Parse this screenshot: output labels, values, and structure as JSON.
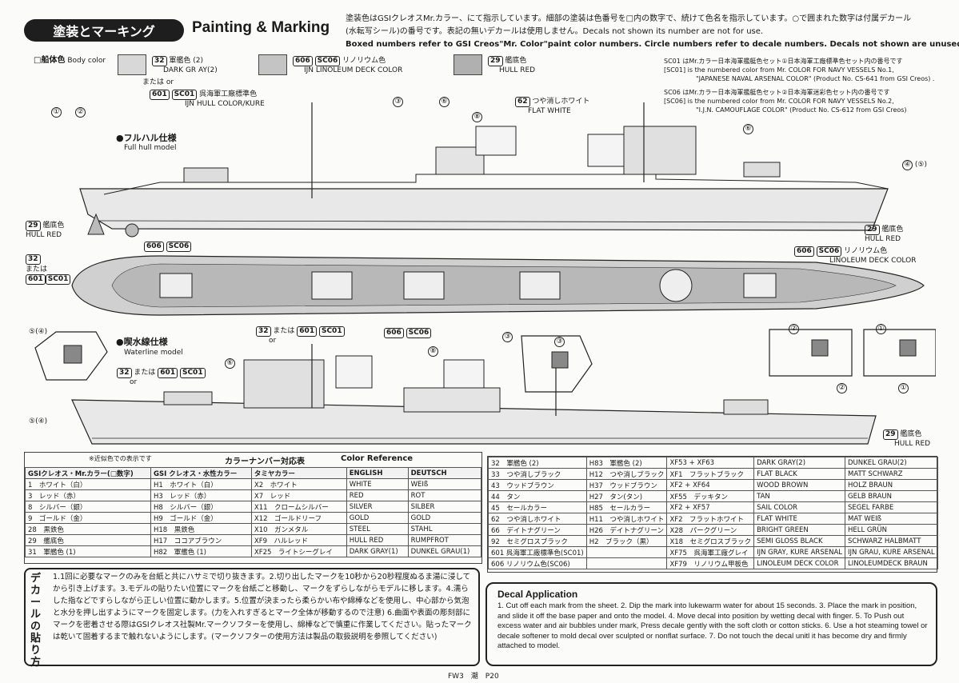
{
  "header": {
    "title_jp": "塗装とマーキング",
    "title_en": "Painting & Marking",
    "note_lines": [
      "塗装色はGSIクレオスMr.カラー、にて指示しています。細部の塗装は色番号を□内の数字で、続けて色名を指示しています。○で囲まれた数字は付属デカール",
      "(水転写シール)の番号です。表記の無いデカールは使用しません。Decals not shown its number are not for use.",
      "Boxed numbers refer to GSI Creos\"Mr. Color\"paint color numbers. Circle numbers refer to decale numbers. Decals not shown are unused."
    ]
  },
  "body_color": {
    "label_jp": "□船体色",
    "label_en": "Body color",
    "c32_num": "32",
    "c32_jp": "軍艦色 (2)",
    "c32_en": "DARK GR AY(2)",
    "or_label": "または or",
    "c601_num": "601",
    "sc01": "SC01",
    "c601_jp": "呉海軍工廠標準色",
    "c601_en": "IJN HULL COLOR/KURE",
    "c606_num": "606",
    "sc06": "SC06",
    "c606_jp": "リノリウム色",
    "c606_en": "IJN LINOLEUM DECK COLOR",
    "c29_num": "29",
    "c29_jp": "艦底色",
    "c29_en": "HULL RED",
    "sc01_note_jp": "SC01 はMr.カラー日本海軍艦艇色セット①日本海軍工廠標準色セット内の番号です",
    "sc01_note_en1": "[SC01] is the numbered color from Mr. COLOR FOR NAVY VESSELS No.1,",
    "sc01_note_en2": "\"JAPANESE NAVAL ARSENAL COLOR\" (Product No. CS-641 from GSI Creos) .",
    "sc06_note_jp": "SC06 はMr.カラー日本海軍艦艇色セット②日本海軍迷彩色セット内の番号です",
    "sc06_note_en1": "[SC06] is the numbered color from Mr. COLOR FOR NAVY VESSELS No.2,",
    "sc06_note_en2": "\"I.J.N. CAMOUFLAGE COLOR\" (Product No. CS-612 from GSI Creos)",
    "swatches": {
      "c32": "#d8d8d8",
      "c606": "#c4c4c4",
      "c29": "#b0b0b0"
    }
  },
  "fullhull": {
    "title_jp": "●フルハル仕様",
    "title_en": "Full hull model",
    "flat_white_num": "62",
    "flat_white_jp": "つや消しホワイト",
    "flat_white_en": "FLAT WHITE",
    "hull_red_num": "29",
    "hull_red_jp": "艦底色",
    "hull_red_en": "HULL RED",
    "callouts": [
      "①",
      "②",
      "③",
      "⑥",
      "⑧",
      "⑥",
      "④",
      "(⑤)"
    ]
  },
  "topview": {
    "c606": "606",
    "sc06": "SC06",
    "c32": "32",
    "or_jp": "または",
    "or_en": "or",
    "c601": "601",
    "sc01": "SC01",
    "linoleum_jp": "リノリウム色",
    "linoleum_en": "LINOLEUM DECK COLOR"
  },
  "waterline": {
    "title_jp": "●喫水線仕様",
    "title_en": "Waterline model",
    "c32": "32",
    "or_jp": "または",
    "or_en": "or",
    "c601": "601",
    "sc01": "SC01",
    "hull_red_num": "29",
    "hull_red_jp": "艦底色",
    "hull_red_en": "HULL RED",
    "callouts": [
      "⑤(④)",
      "⑥",
      "⑧",
      "③",
      "③",
      "②",
      "②",
      "①",
      "①",
      "⑤(④)"
    ]
  },
  "color_table": {
    "note": "※近似色での表示です",
    "title_jp": "カラーナンバー対応表",
    "title_en": "Color Reference",
    "headers": [
      "GSIクレオス・Mr.カラー(□数字)",
      "GSI クレオス・水性カラー",
      "タミヤカラー",
      "ENGLISH",
      "DEUTSCH"
    ],
    "left_rows": [
      [
        "1　ホワイト（白）",
        "H1　ホワイト（白）",
        "X2　ホワイト",
        "WHITE",
        "WEIß"
      ],
      [
        "3　レッド（赤）",
        "H3　レッド（赤）",
        "X7　レッド",
        "RED",
        "ROT"
      ],
      [
        "8　シルバー（銀）",
        "H8　シルバー（銀）",
        "X11　クロームシルバー",
        "SILVER",
        "SILBER"
      ],
      [
        "9　ゴールド（金）",
        "H9　ゴールド（金）",
        "X12　ゴールドリーフ",
        "GOLD",
        "GOLD"
      ],
      [
        "28　黒鉄色",
        "H18　黒鉄色",
        "X10　ガンメタル",
        "STEEL",
        "STAHL"
      ],
      [
        "29　艦底色",
        "H17　ココアブラウン",
        "XF9　ハルレッド",
        "HULL RED",
        "RUMPFROT"
      ],
      [
        "31　軍艦色 (1)",
        "H82　軍艦色 (1)",
        "XF25　ライトシーグレイ",
        "DARK GRAY(1)",
        "DUNKEL GRAU(1)"
      ]
    ],
    "right_rows": [
      [
        "32　軍艦色 (2)",
        "H83　軍艦色 (2)",
        "XF53 + XF63",
        "DARK GRAY(2)",
        "DUNKEL GRAU(2)"
      ],
      [
        "33　つや消しブラック",
        "H12　つや消しブラック",
        "XF1　フラットブラック",
        "FLAT BLACK",
        "MATT SCHWARZ"
      ],
      [
        "43　ウッドブラウン",
        "H37　ウッドブラウン",
        "XF2 + XF64",
        "WOOD BROWN",
        "HOLZ BRAUN"
      ],
      [
        "44　タン",
        "H27　タン(タン)",
        "XF55　デッキタン",
        "TAN",
        "GELB BRAUN"
      ],
      [
        "45　セールカラー",
        "H85　セールカラー",
        "XF2 + XF57",
        "SAIL COLOR",
        "SEGEL FARBE"
      ],
      [
        "62　つや消しホワイト",
        "H11　つや消しホワイト",
        "XF2　フラットホワイト",
        "FLAT WHITE",
        "MAT WEIß"
      ],
      [
        "66　デイトナグリーン",
        "H26　デイトナグリーン",
        "X28　パークグリーン",
        "BRIGHT GREEN",
        "HELL GRÜN"
      ],
      [
        "92　セミグロスブラック",
        "H2　ブラック（黒）",
        "X18　セミグロスブラック",
        "SEMI GLOSS BLACK",
        "SCHWARZ HALBMATT"
      ],
      [
        "601 呉海軍工廠標準色(SC01)",
        "",
        "XF75　呉海軍工廠グレイ",
        "IJN GRAY, KURE ARSENAL",
        "IJN GRAU, KURE ARSENAL"
      ],
      [
        "606 リノリウム色(SC06)",
        "",
        "XF79　リノリウム甲板色",
        "LINOLEUM DECK COLOR",
        "LINOLEUMDECK BRAUN"
      ]
    ]
  },
  "decal_jp": {
    "title": "デカールの貼り方",
    "text": "1.1回に必要なマークのみを台紙と共にハサミで切り抜きます。2.切り出したマークを10秒から20秒程度ぬるま湯に浸してから引き上げます。3.モデルの貼りたい位置にマークを台紙ごと移動し、マークをずらしながらモデルに移します。4.濡らした指などですらしながら正しい位置に動かします。5.位置が決まったら柔らかい布や綿棒などを使用し、中心部から気泡と水分を押し出すようにマークを固定します。(力を入れすぎるとマーク全体が移動するので注意) 6.曲面や表面の彫刻部にマークを密着させる際はGSIクレオス社製Mr.マークソフターを使用し、綿棒などで慎重に作業してください。貼ったマークは乾いて固着するまで触れないようにします。(マークソフターの使用方法は製品の取扱説明を参照してください)"
  },
  "decal_en": {
    "title": "Decal Application",
    "text": "1. Cut off each mark from the sheet. 2. Dip the mark into lukewarm water for about 15 seconds. 3. Place the mark in position, and slide it off the base paper and onto the model. 4. Move decal into position by wetting decal with finger. 5. To Push out excess water and air bubbles under mark, Press decale gently with the soft cloth or cotton sticks. 6. Use a hot steaming towel or decale softener to mold decal over sculpted or nonflat surface. 7. Do not touch the decal unitl it has become dry and firmly attached to model."
  },
  "footer": "FW3　潮　P20"
}
